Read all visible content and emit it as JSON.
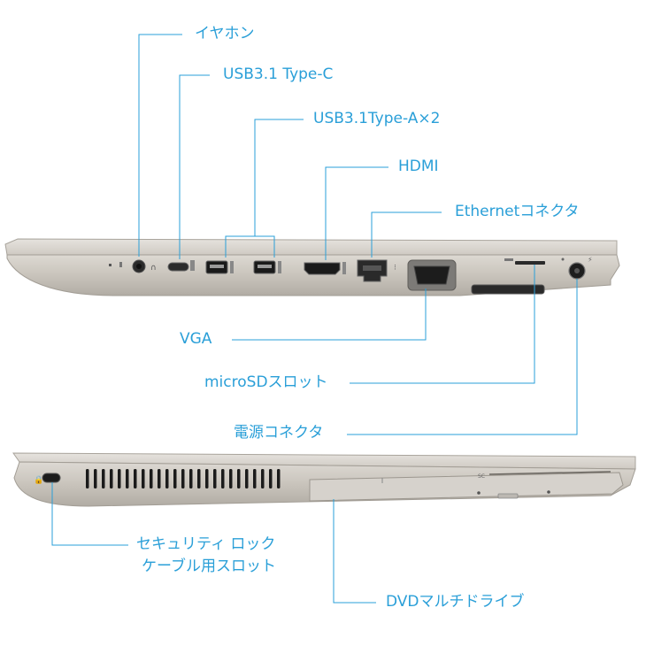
{
  "accent_color": "#2a9fd8",
  "labels": {
    "earphone": "イヤホン",
    "usb_c": "USB3.1 Type-C",
    "usb_a": "USB3.1Type-A×2",
    "hdmi": "HDMI",
    "ethernet": "Ethernetコネクタ",
    "vga": "VGA",
    "microsd": "microSDスロット",
    "power": "電源コネクタ",
    "security_line1": "セキュリティ ロック",
    "security_line2": "ケーブル用スロット",
    "dvd": "DVDマルチドライブ"
  },
  "device_markings": {
    "sc": "SC"
  }
}
